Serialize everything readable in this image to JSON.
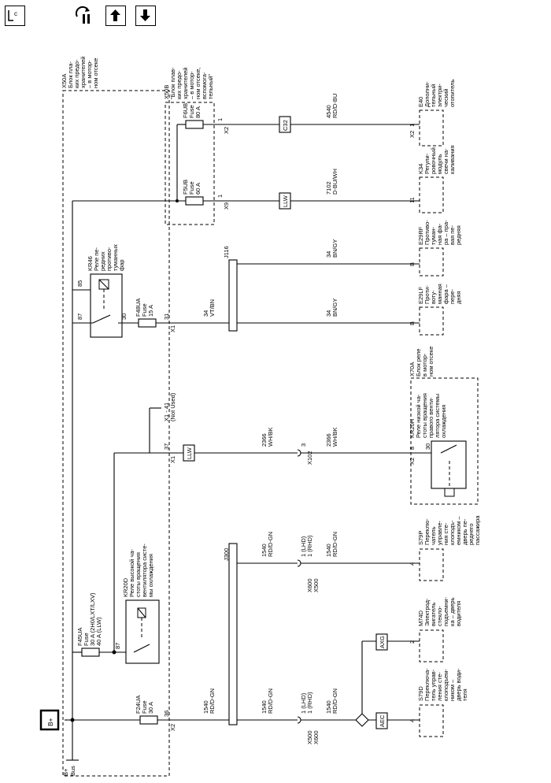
{
  "toolbar": {
    "loc_label": "LOC",
    "icons": [
      "location-icon",
      "tool-flow-icon",
      "arrow-up-icon",
      "arrow-down-icon"
    ]
  },
  "power": {
    "badge": "B+",
    "bus_label": "B+\nBus"
  },
  "modules": {
    "x50a": {
      "title": "X50A\nБлок пла-\nких предо-\nхранителей\n– в мотор-\nном отсеке"
    },
    "x50b": {
      "title": "X50B\n\"Блок плав-\nких предо-\nхранителей\n– в мотор-\nном отсеке,\nвспомога-\nтельный\""
    },
    "x70a": {
      "title": "X70A\nБлок реле\nв мотор-\nном отсеке"
    }
  },
  "fuses": {
    "f24ua": "F24UA\nFuse\n30 A",
    "f45ua": "F45UA\nFuse\n30 A (2H0/LXT/LXV)\n40 A (LLW)",
    "f48ua": "F48UA\nFuse\n15 A",
    "f5ub": "F5UB\nFuse\n60 A",
    "f6ub": "F6UB\nFuse\n80 A"
  },
  "relays": {
    "kr20d": "KR20D\nРеле высокой ча-\nстоты вращения\nвентилятора систе-\nмы охлаждения",
    "kr46": "KR46\nРеле пе-\nредних\nпротиво-\nтуманных\nфар",
    "kr20h": "KR20H\nРеле низкой ча-\nстоты вращения\nправого венти-\nлятора системы\nохлаждения"
  },
  "pins": {
    "p36": "36",
    "p87a": "87",
    "p87b": "87",
    "p85": "85",
    "p30a": "30",
    "p37": "37",
    "p31": "31",
    "p1a": "1",
    "p1b": "1",
    "p41": "X1 - 41\n(Not Used)",
    "p30b": "30",
    "p8": "8",
    "p4a": "4",
    "p2": "2",
    "p4b": "4",
    "pBa": "B",
    "pBb": "B",
    "p11": "11",
    "p1c": "1"
  },
  "connectors": {
    "x2a": "X2",
    "x1a": "X1",
    "x1b": "X1",
    "x9": "X9",
    "x2b": "X2",
    "x102": "X102",
    "x2c": "X2",
    "x2d": "X2",
    "x500": "X500\nX600",
    "x600": "X600\nX500"
  },
  "options": {
    "llw1": "LLW",
    "llw2": "LLW",
    "c32": "C32",
    "axg": "AXG",
    "aec": "AEC"
  },
  "splices": {
    "j300": "J300",
    "j116": "J116"
  },
  "wires": {
    "w1": "1540\nRD/D-GN",
    "w2": "1540\nRD/D-GN",
    "w3": "1540\nRD/D-GN",
    "w4": "1540\nRD/D-GN",
    "w5": "1540\nRD/D-GN",
    "w6": "2366\nWH/BK",
    "w7": "2366\nWH/BK",
    "w8": "34\nVT/BN",
    "w9": "34\nBN/GY",
    "w10": "34\nBN/GY",
    "w11": "7102\nD-BU/WH",
    "w12": "4540\nRD/D-BU",
    "x500pin": "1 (LHD)\n1 (RHD)",
    "x600pin": "1 (LHD)\n1 (RHD)",
    "x102pin": "3"
  },
  "components": {
    "s79d": "S79D\nПереключа-\nтель управ-\nления сте-\nклоподъем-\nником –\nдверь води-\nтеля",
    "m74d": "M74D\nЭлектрод-\nвигатель\nстекло-\nподъемни-\nка – дверь\nводителя",
    "s79p": "S79P\nПереклю-\nчатель\nуправле-\nния сте-\nклоподъ-\nемником –\nдверь пе-\nреднего\nпассажира",
    "e29lf": "E29LF\nПроти-\nвоту-\nманная\nфара –\nпере-\nдняя",
    "e29rf": "E29RF\nПротиво-\nтуман-\nная фа-\nра – пра-\nвая пе-\nредняя",
    "k34": "K34\nРегули-\nровочный\nмодуль\nсвечи на-\nкаливания",
    "e40": "E40\nДополни-\nтельный\nэлектри-\nческий\nотопитель"
  }
}
